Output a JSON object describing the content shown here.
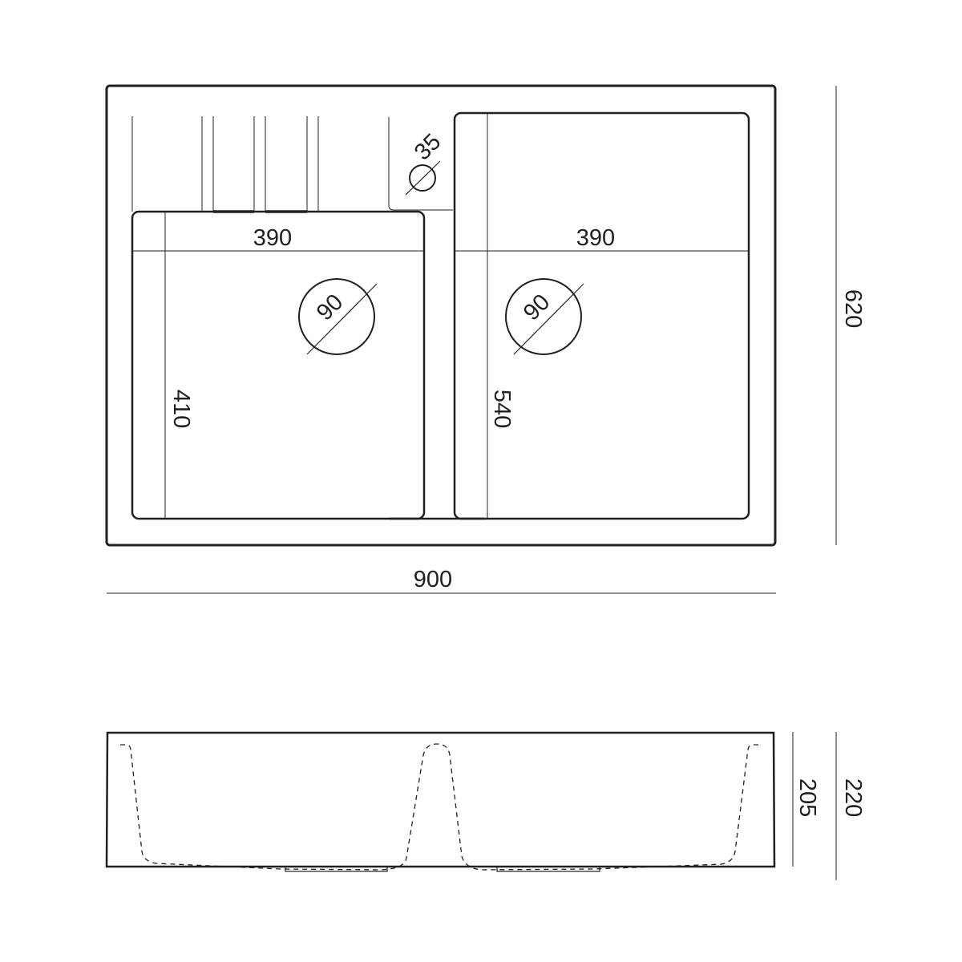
{
  "top_view": {
    "left_bowl": {
      "width": "390",
      "depth": "410",
      "drain_diameter": "90"
    },
    "right_bowl": {
      "width": "390",
      "depth": "540",
      "drain_diameter": "90"
    },
    "tap_hole_diameter": "35",
    "overall_width": "900",
    "overall_depth": "620"
  },
  "side_view": {
    "bowl_depth": "205",
    "overall_height": "220"
  },
  "colors": {
    "line": "#231f20",
    "background": "#ffffff"
  }
}
